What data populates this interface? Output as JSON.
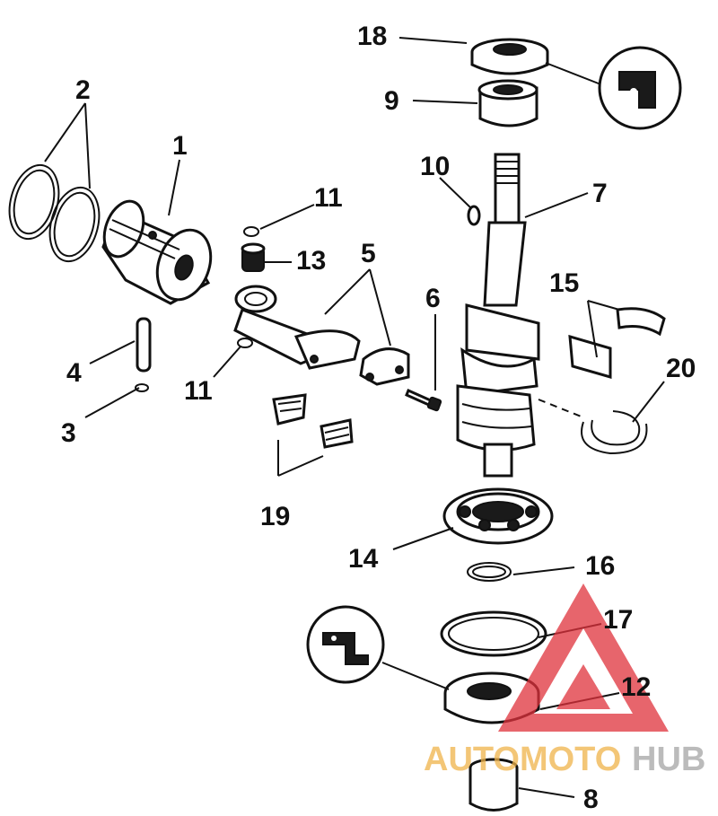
{
  "labels": {
    "p1": "1",
    "p2": "2",
    "p3": "3",
    "p4": "4",
    "p5": "5",
    "p6": "6",
    "p7": "7",
    "p8": "8",
    "p9": "9",
    "p10": "10",
    "p11a": "11",
    "p11b": "11",
    "p12": "12",
    "p13": "13",
    "p14": "14",
    "p15": "15",
    "p16": "16",
    "p17": "17",
    "p18": "18",
    "p19": "19",
    "p20": "20"
  },
  "watermark": {
    "text_a": "AUTOMOTO",
    "text_b": "HUB",
    "color_a": "#f0b34a",
    "color_b": "#a5a5a5",
    "triangle_color": "#e0323c"
  }
}
